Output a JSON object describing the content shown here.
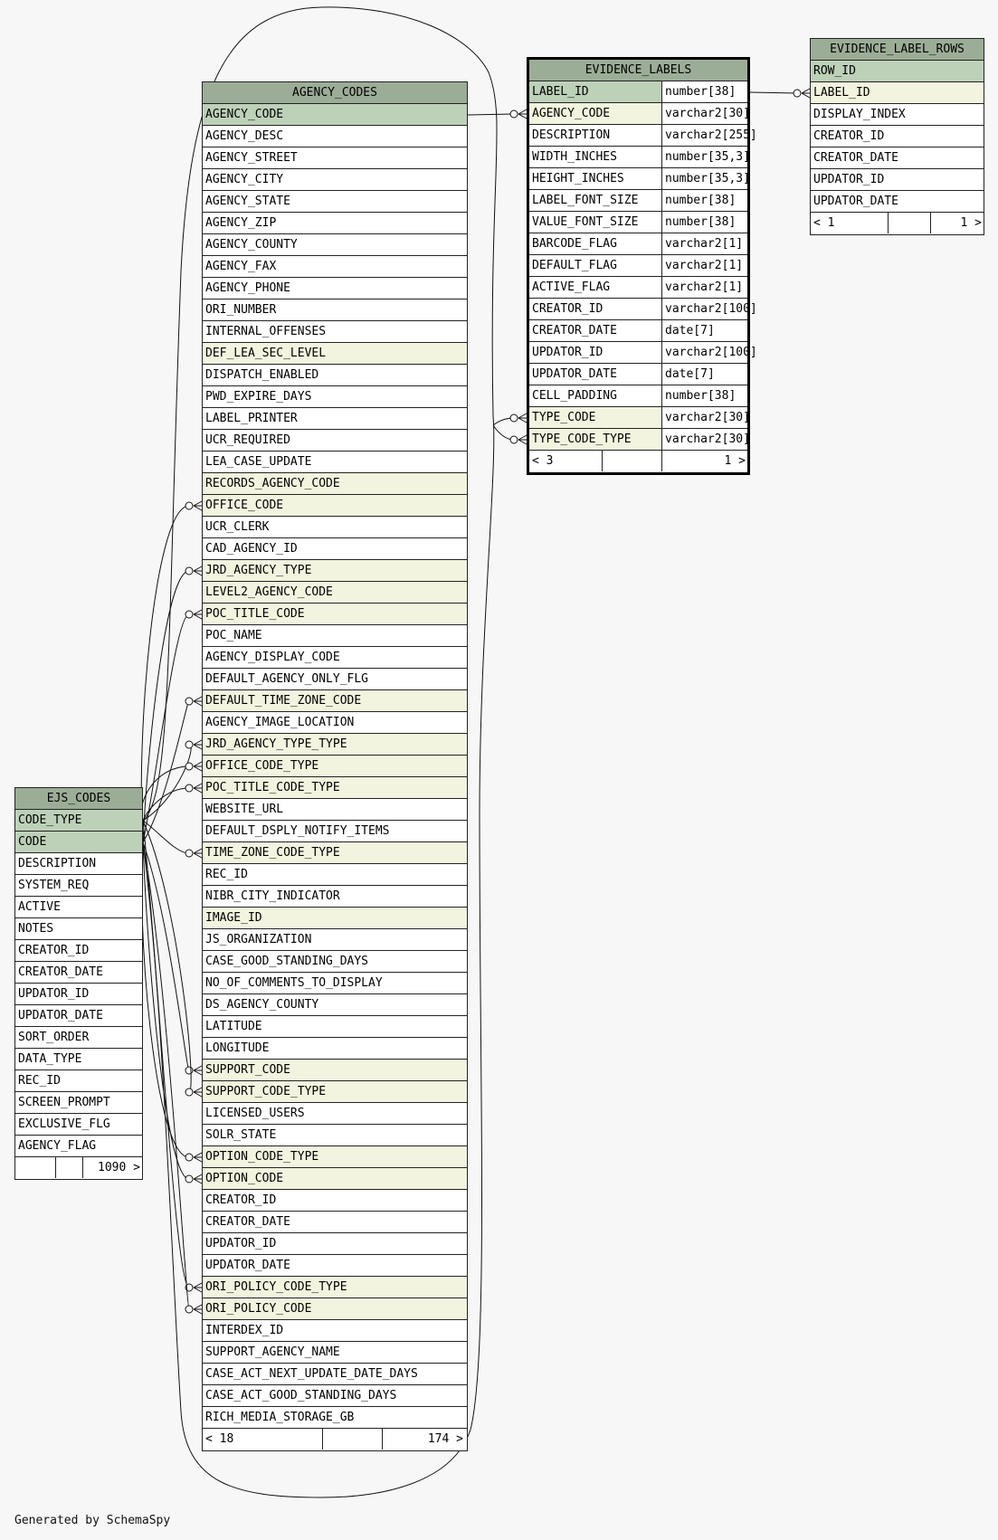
{
  "footer_text": "Generated by SchemaSpy",
  "colors": {
    "header": "#9cad97",
    "primary_key": "#bdd1b9",
    "foreign_key": "#f3f4df",
    "plain": "#ffffff",
    "background": "#f7f7f7"
  },
  "tables": {
    "agency_codes": {
      "name": "AGENCY_CODES",
      "columns": [
        {
          "name": "AGENCY_CODE",
          "kind": "pk"
        },
        {
          "name": "AGENCY_DESC",
          "kind": ""
        },
        {
          "name": "AGENCY_STREET",
          "kind": ""
        },
        {
          "name": "AGENCY_CITY",
          "kind": ""
        },
        {
          "name": "AGENCY_STATE",
          "kind": ""
        },
        {
          "name": "AGENCY_ZIP",
          "kind": ""
        },
        {
          "name": "AGENCY_COUNTY",
          "kind": ""
        },
        {
          "name": "AGENCY_FAX",
          "kind": ""
        },
        {
          "name": "AGENCY_PHONE",
          "kind": ""
        },
        {
          "name": "ORI_NUMBER",
          "kind": ""
        },
        {
          "name": "INTERNAL_OFFENSES",
          "kind": ""
        },
        {
          "name": "DEF_LEA_SEC_LEVEL",
          "kind": "fk"
        },
        {
          "name": "DISPATCH_ENABLED",
          "kind": ""
        },
        {
          "name": "PWD_EXPIRE_DAYS",
          "kind": ""
        },
        {
          "name": "LABEL_PRINTER",
          "kind": ""
        },
        {
          "name": "UCR_REQUIRED",
          "kind": ""
        },
        {
          "name": "LEA_CASE_UPDATE",
          "kind": ""
        },
        {
          "name": "RECORDS_AGENCY_CODE",
          "kind": "fk"
        },
        {
          "name": "OFFICE_CODE",
          "kind": "fk"
        },
        {
          "name": "UCR_CLERK",
          "kind": ""
        },
        {
          "name": "CAD_AGENCY_ID",
          "kind": ""
        },
        {
          "name": "JRD_AGENCY_TYPE",
          "kind": "fk"
        },
        {
          "name": "LEVEL2_AGENCY_CODE",
          "kind": "fk"
        },
        {
          "name": "POC_TITLE_CODE",
          "kind": "fk"
        },
        {
          "name": "POC_NAME",
          "kind": ""
        },
        {
          "name": "AGENCY_DISPLAY_CODE",
          "kind": ""
        },
        {
          "name": "DEFAULT_AGENCY_ONLY_FLG",
          "kind": ""
        },
        {
          "name": "DEFAULT_TIME_ZONE_CODE",
          "kind": "fk"
        },
        {
          "name": "AGENCY_IMAGE_LOCATION",
          "kind": ""
        },
        {
          "name": "JRD_AGENCY_TYPE_TYPE",
          "kind": "fk"
        },
        {
          "name": "OFFICE_CODE_TYPE",
          "kind": "fk"
        },
        {
          "name": "POC_TITLE_CODE_TYPE",
          "kind": "fk"
        },
        {
          "name": "WEBSITE_URL",
          "kind": ""
        },
        {
          "name": "DEFAULT_DSPLY_NOTIFY_ITEMS",
          "kind": ""
        },
        {
          "name": "TIME_ZONE_CODE_TYPE",
          "kind": "fk"
        },
        {
          "name": "REC_ID",
          "kind": ""
        },
        {
          "name": "NIBR_CITY_INDICATOR",
          "kind": ""
        },
        {
          "name": "IMAGE_ID",
          "kind": "fk"
        },
        {
          "name": "JS_ORGANIZATION",
          "kind": ""
        },
        {
          "name": "CASE_GOOD_STANDING_DAYS",
          "kind": ""
        },
        {
          "name": "NO_OF_COMMENTS_TO_DISPLAY",
          "kind": ""
        },
        {
          "name": "DS_AGENCY_COUNTY",
          "kind": ""
        },
        {
          "name": "LATITUDE",
          "kind": ""
        },
        {
          "name": "LONGITUDE",
          "kind": ""
        },
        {
          "name": "SUPPORT_CODE",
          "kind": "fk"
        },
        {
          "name": "SUPPORT_CODE_TYPE",
          "kind": "fk"
        },
        {
          "name": "LICENSED_USERS",
          "kind": ""
        },
        {
          "name": "SOLR_STATE",
          "kind": ""
        },
        {
          "name": "OPTION_CODE_TYPE",
          "kind": "fk"
        },
        {
          "name": "OPTION_CODE",
          "kind": "fk"
        },
        {
          "name": "CREATOR_ID",
          "kind": ""
        },
        {
          "name": "CREATOR_DATE",
          "kind": ""
        },
        {
          "name": "UPDATOR_ID",
          "kind": ""
        },
        {
          "name": "UPDATOR_DATE",
          "kind": ""
        },
        {
          "name": "ORI_POLICY_CODE_TYPE",
          "kind": "fk"
        },
        {
          "name": "ORI_POLICY_CODE",
          "kind": "fk"
        },
        {
          "name": "INTERDEX_ID",
          "kind": ""
        },
        {
          "name": "SUPPORT_AGENCY_NAME",
          "kind": ""
        },
        {
          "name": "CASE_ACT_NEXT_UPDATE_DATE_DAYS",
          "kind": ""
        },
        {
          "name": "CASE_ACT_GOOD_STANDING_DAYS",
          "kind": ""
        },
        {
          "name": "RICH_MEDIA_STORAGE_GB",
          "kind": ""
        }
      ],
      "footer": {
        "left": "< 18",
        "right": "174 >"
      }
    },
    "evidence_labels": {
      "name": "EVIDENCE_LABELS",
      "columns": [
        {
          "name": "LABEL_ID",
          "type": "number[38]",
          "kind": "pk"
        },
        {
          "name": "AGENCY_CODE",
          "type": "varchar2[30]",
          "kind": "fk"
        },
        {
          "name": "DESCRIPTION",
          "type": "varchar2[255]",
          "kind": ""
        },
        {
          "name": "WIDTH_INCHES",
          "type": "number[35,3]",
          "kind": ""
        },
        {
          "name": "HEIGHT_INCHES",
          "type": "number[35,3]",
          "kind": ""
        },
        {
          "name": "LABEL_FONT_SIZE",
          "type": "number[38]",
          "kind": ""
        },
        {
          "name": "VALUE_FONT_SIZE",
          "type": "number[38]",
          "kind": ""
        },
        {
          "name": "BARCODE_FLAG",
          "type": "varchar2[1]",
          "kind": ""
        },
        {
          "name": "DEFAULT_FLAG",
          "type": "varchar2[1]",
          "kind": ""
        },
        {
          "name": "ACTIVE_FLAG",
          "type": "varchar2[1]",
          "kind": ""
        },
        {
          "name": "CREATOR_ID",
          "type": "varchar2[100]",
          "kind": ""
        },
        {
          "name": "CREATOR_DATE",
          "type": "date[7]",
          "kind": ""
        },
        {
          "name": "UPDATOR_ID",
          "type": "varchar2[100]",
          "kind": ""
        },
        {
          "name": "UPDATOR_DATE",
          "type": "date[7]",
          "kind": ""
        },
        {
          "name": "CELL_PADDING",
          "type": "number[38]",
          "kind": ""
        },
        {
          "name": "TYPE_CODE",
          "type": "varchar2[30]",
          "kind": "fk"
        },
        {
          "name": "TYPE_CODE_TYPE",
          "type": "varchar2[30]",
          "kind": "fk"
        }
      ],
      "footer": {
        "left": "< 3",
        "right": "1 >"
      }
    },
    "evidence_label_rows": {
      "name": "EVIDENCE_LABEL_ROWS",
      "columns": [
        {
          "name": "ROW_ID",
          "kind": "pk"
        },
        {
          "name": "LABEL_ID",
          "kind": "fk"
        },
        {
          "name": "DISPLAY_INDEX",
          "kind": ""
        },
        {
          "name": "CREATOR_ID",
          "kind": ""
        },
        {
          "name": "CREATOR_DATE",
          "kind": ""
        },
        {
          "name": "UPDATOR_ID",
          "kind": ""
        },
        {
          "name": "UPDATOR_DATE",
          "kind": ""
        }
      ],
      "footer": {
        "left": "< 1",
        "right": "1 >"
      }
    },
    "ejs_codes": {
      "name": "EJS_CODES",
      "columns": [
        {
          "name": "CODE_TYPE",
          "kind": "pk"
        },
        {
          "name": "CODE",
          "kind": "pk"
        },
        {
          "name": "DESCRIPTION",
          "kind": ""
        },
        {
          "name": "SYSTEM_REQ",
          "kind": ""
        },
        {
          "name": "ACTIVE",
          "kind": ""
        },
        {
          "name": "NOTES",
          "kind": ""
        },
        {
          "name": "CREATOR_ID",
          "kind": ""
        },
        {
          "name": "CREATOR_DATE",
          "kind": ""
        },
        {
          "name": "UPDATOR_ID",
          "kind": ""
        },
        {
          "name": "UPDATOR_DATE",
          "kind": ""
        },
        {
          "name": "SORT_ORDER",
          "kind": ""
        },
        {
          "name": "DATA_TYPE",
          "kind": ""
        },
        {
          "name": "REC_ID",
          "kind": ""
        },
        {
          "name": "SCREEN_PROMPT",
          "kind": ""
        },
        {
          "name": "EXCLUSIVE_FLG",
          "kind": ""
        },
        {
          "name": "AGENCY_FLAG",
          "kind": ""
        }
      ],
      "footer": {
        "left": "",
        "right": "1090 >"
      }
    }
  }
}
